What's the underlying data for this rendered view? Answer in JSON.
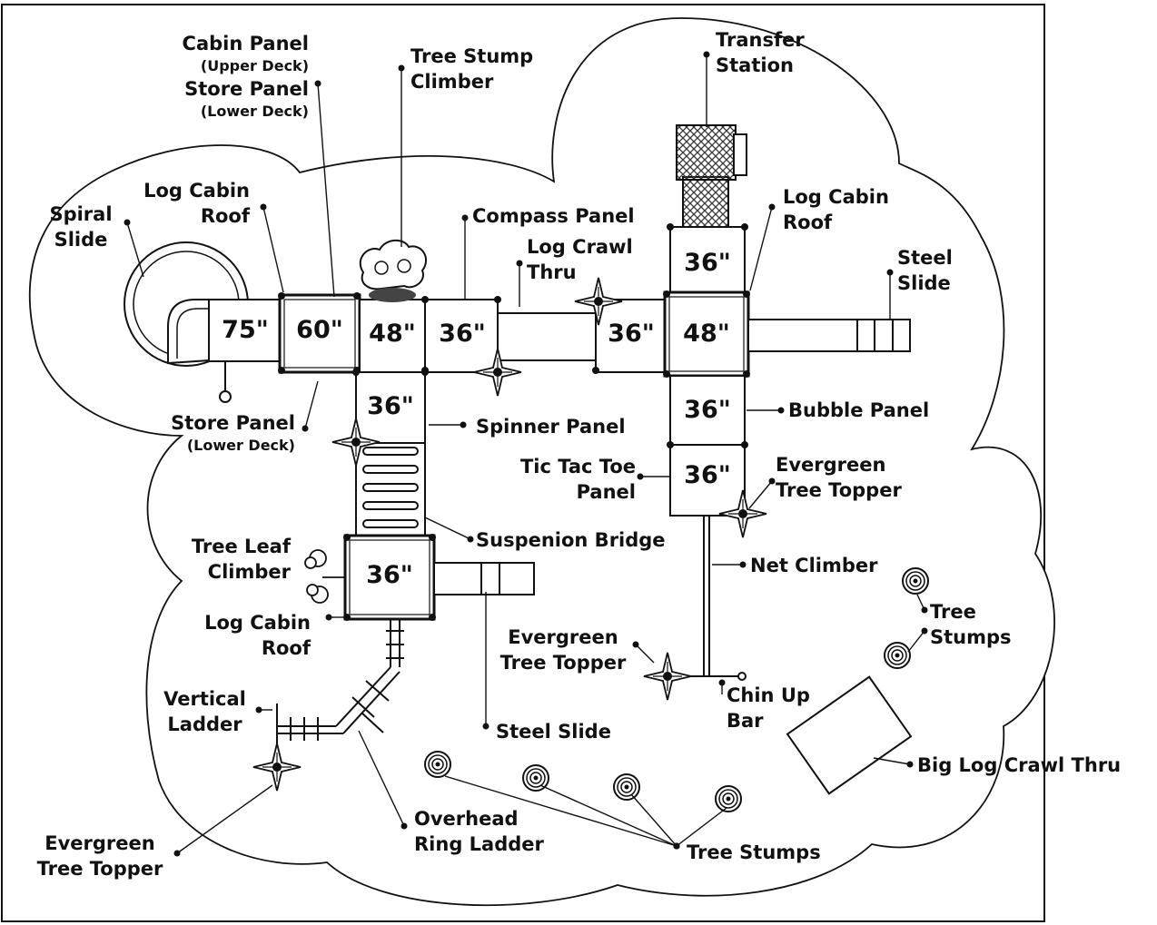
{
  "decks": {
    "d75": "75\"",
    "d60": "60\"",
    "d48a": "48\"",
    "d36a": "36\"",
    "d36b": "36\"",
    "d48b": "48\"",
    "d36top": "36\"",
    "d36bubble": "36\"",
    "d36tictac": "36\"",
    "d36spinner": "36\"",
    "d36lower": "36\""
  },
  "labels": {
    "cabin_panel": "Cabin Panel",
    "upper_deck": "(Upper Deck)",
    "store_panel_top": "Store Panel",
    "lower_deck_top": "(Lower Deck)",
    "tree_stump_climber_1": "Tree Stump",
    "tree_stump_climber_2": "Climber",
    "transfer_station_1": "Transfer",
    "transfer_station_2": "Station",
    "log_cabin_roof_left_1": "Log Cabin",
    "log_cabin_roof_left_2": "Roof",
    "spiral_slide_1": "Spiral",
    "spiral_slide_2": "Slide",
    "compass_panel": "Compass Panel",
    "log_crawl_thru_1": "Log Crawl",
    "log_crawl_thru_2": "Thru",
    "log_cabin_roof_right_1": "Log Cabin",
    "log_cabin_roof_right_2": "Roof",
    "steel_slide_right_1": "Steel",
    "steel_slide_right_2": "Slide",
    "store_panel_bottom": "Store Panel",
    "lower_deck_bottom": "(Lower Deck)",
    "spinner_panel": "Spinner Panel",
    "bubble_panel": "Bubble Panel",
    "tic_tac_toe_1": "Tic Tac Toe",
    "tic_tac_toe_2": "Panel",
    "evergreen_right_1": "Evergreen",
    "evergreen_right_2": "Tree Topper",
    "suspension_bridge": "Suspenion Bridge",
    "tree_leaf_climber_1": "Tree Leaf",
    "tree_leaf_climber_2": "Climber",
    "net_climber": "Net Climber",
    "log_cabin_roof_low_1": "Log Cabin",
    "log_cabin_roof_low_2": "Roof",
    "tree_stumps_right_1": "Tree",
    "tree_stumps_right_2": "Stumps",
    "evergreen_mid_1": "Evergreen",
    "evergreen_mid_2": "Tree Topper",
    "vertical_ladder_1": "Vertical",
    "vertical_ladder_2": "Ladder",
    "chin_up_bar_1": "Chin Up",
    "chin_up_bar_2": "Bar",
    "steel_slide_bottom": "Steel Slide",
    "big_log_crawl_thru": "Big Log Crawl Thru",
    "overhead_ring_ladder_1": "Overhead",
    "overhead_ring_ladder_2": "Ring Ladder",
    "tree_stumps_bottom": "Tree Stumps",
    "evergreen_left_1": "Evergreen",
    "evergreen_left_2": "Tree Topper"
  }
}
